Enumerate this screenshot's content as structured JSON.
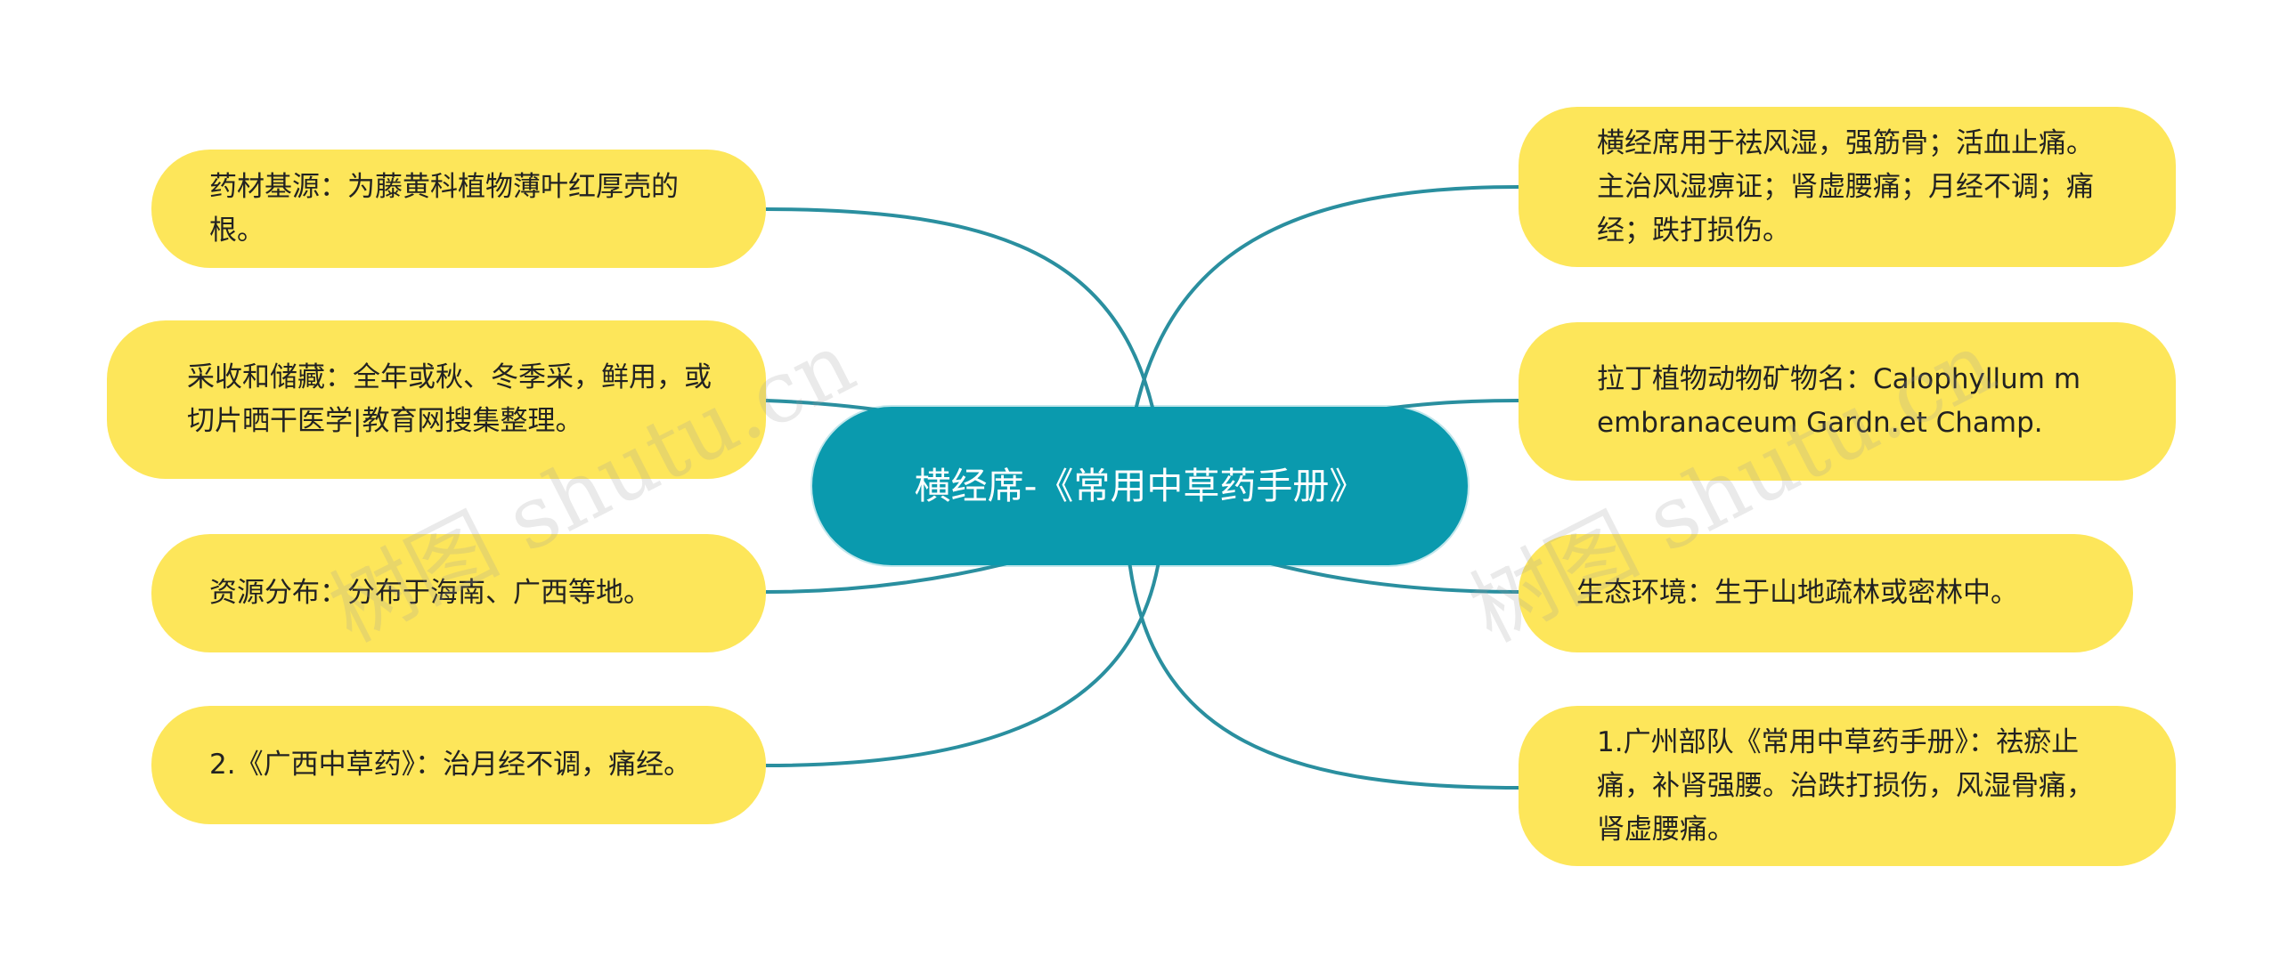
{
  "root": {
    "label": "横经席-《常用中草药手册》"
  },
  "left_nodes": [
    {
      "text": "药材基源：为藤黄科植物薄叶红厚壳的根。"
    },
    {
      "text": "采收和储藏：全年或秋、冬季采，鲜用，或切片晒干医学|教育网搜集整理。"
    },
    {
      "text": "资源分布：分布于海南、广西等地。"
    },
    {
      "text": "2.《广西中草药》：治月经不调，痛经。"
    }
  ],
  "right_nodes": [
    {
      "text": "横经席用于祛风湿，强筋骨；活血止痛。主治风湿痹证；肾虚腰痛；月经不调；痛经；跌打损伤。"
    },
    {
      "text": "拉丁植物动物矿物名：Calophyllum membranaceum Gardn.et Champ."
    },
    {
      "text": "生态环境：生于山地疏林或密林中。"
    },
    {
      "text": "1.广州部队《常用中草药手册》：祛瘀止痛，补肾强腰。治跌打损伤，风湿骨痛，肾虚腰痛。"
    }
  ],
  "watermarks": [
    "树图 shutu.cn",
    "树图 shutu.cn"
  ],
  "colors": {
    "node_fill": "#fde65a",
    "root_fill": "#0a9aae",
    "link": "#2a8f9f"
  }
}
